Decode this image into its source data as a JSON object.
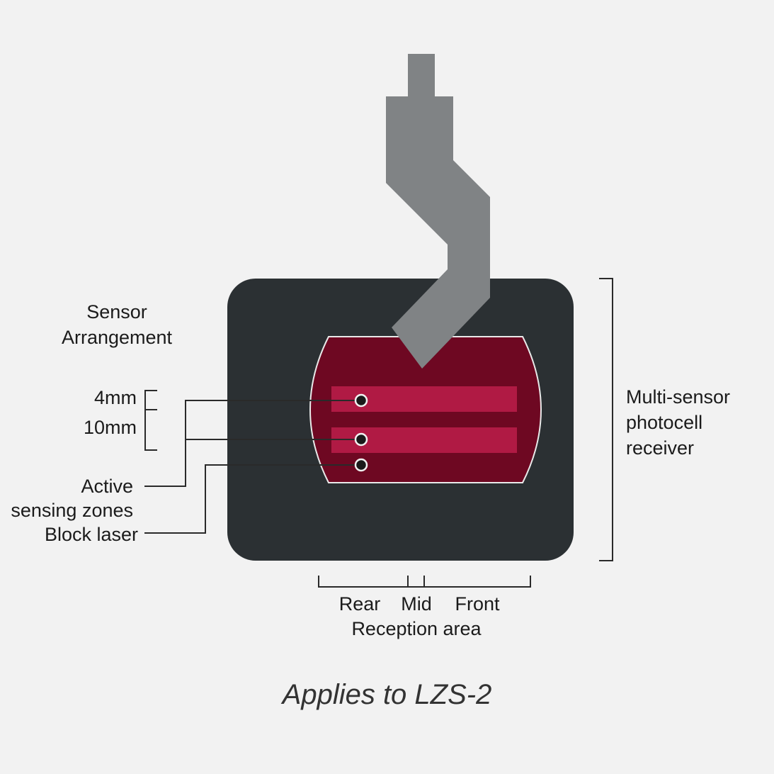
{
  "labels": {
    "sensor_arrangement_1": "Sensor",
    "sensor_arrangement_2": "Arrangement",
    "spacing_4mm": "4mm",
    "spacing_10mm": "10mm",
    "active_1": "Active",
    "active_2": "sensing zones",
    "block_laser": "Block laser",
    "receiver_1": "Multi-sensor",
    "receiver_2": "photocell",
    "receiver_3": "receiver",
    "rear": "Rear",
    "mid": "Mid",
    "front": "Front",
    "reception_area": "Reception area"
  },
  "caption": "Applies to LZS-2",
  "colors": {
    "background": "#f2f2f2",
    "housing": "#2b3033",
    "sensor_window": "#6e0822",
    "active_strip": "#b01a44",
    "tool": "#808385",
    "line": "#2a2a2a"
  }
}
